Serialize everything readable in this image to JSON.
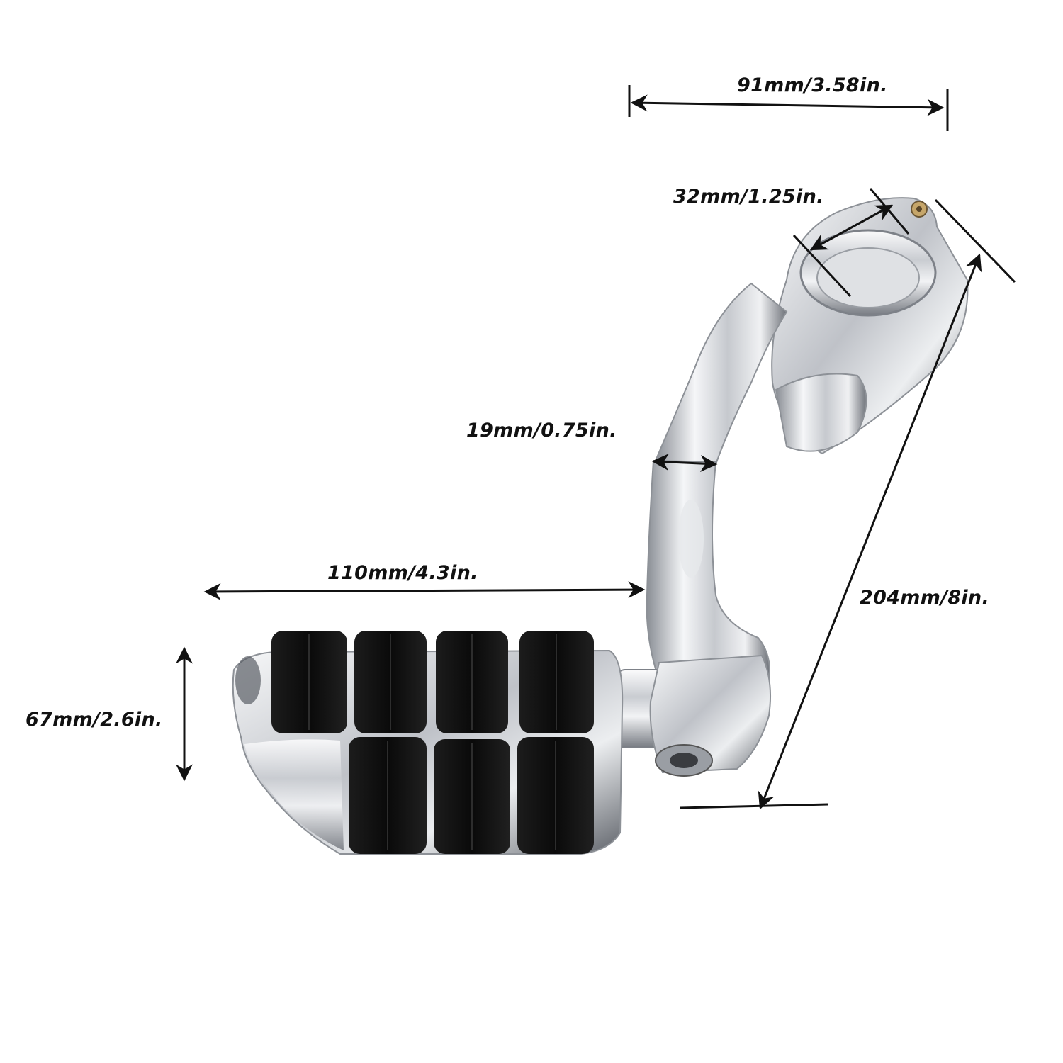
{
  "dimensions": {
    "clamp_span": "91mm/3.58in.",
    "clamp_bore": "32mm/1.25in.",
    "arm_thickness": "19mm/0.75in.",
    "peg_length": "110mm/4.3in.",
    "overall_height": "204mm/8in.",
    "peg_width": "67mm/2.6in."
  },
  "colors": {
    "chrome_light": "#f4f5f7",
    "chrome_mid": "#c4c7cc",
    "chrome_dark": "#6d7178",
    "rubber": "#111111",
    "dimension_line": "#111111"
  }
}
